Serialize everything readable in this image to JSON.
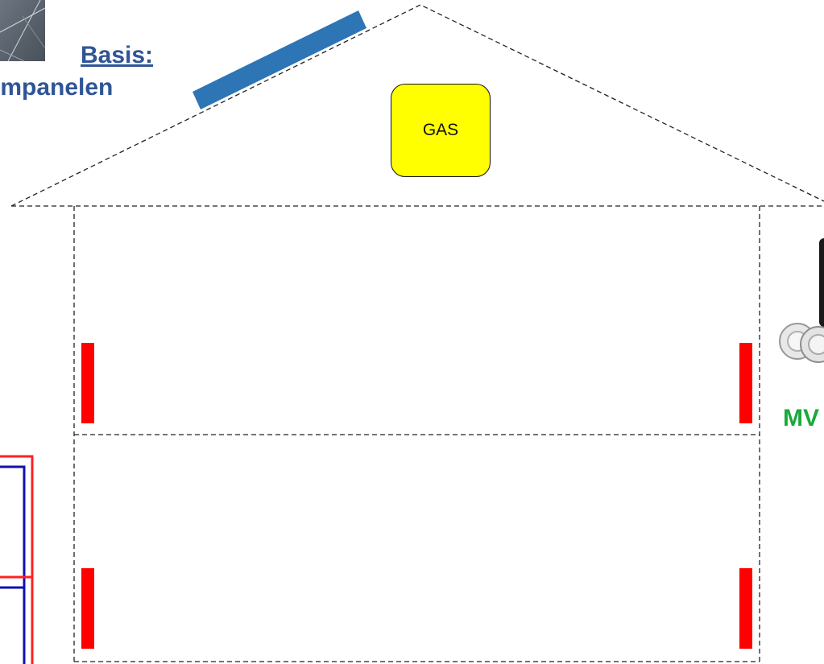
{
  "labels": {
    "basis": "Basis:",
    "solar": "ompanelen",
    "gas": "GAS",
    "mv": "MV"
  },
  "colors": {
    "dashed_line": "#222222",
    "solar_panel_bar": "#2e75b6",
    "gas_box": "#ffff00",
    "radiator": "#ff0000",
    "heading_blue": "#2f5597",
    "mv_green": "#1aa93c",
    "pipe_red": "#ff2020",
    "pipe_blue": "#1010b0"
  },
  "icons": {
    "solar_photo": "solar-panel-photo-icon",
    "ventilation_unit": "ventilation-unit-icon"
  }
}
